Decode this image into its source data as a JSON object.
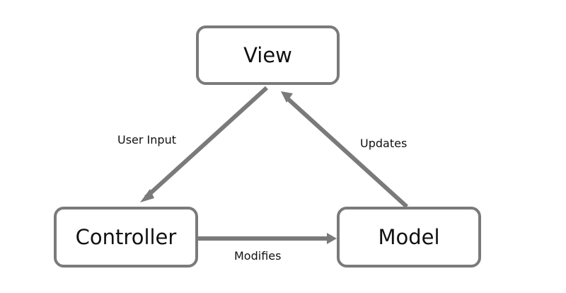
{
  "nodes": {
    "view": "View",
    "controller": "Controller",
    "model": "Model"
  },
  "edges": {
    "view_to_controller": "User Input",
    "model_to_view": "Updates",
    "controller_to_model": "Modifies"
  },
  "colors": {
    "stroke": "#7a7a7a",
    "text": "#111111",
    "background": "#ffffff"
  }
}
